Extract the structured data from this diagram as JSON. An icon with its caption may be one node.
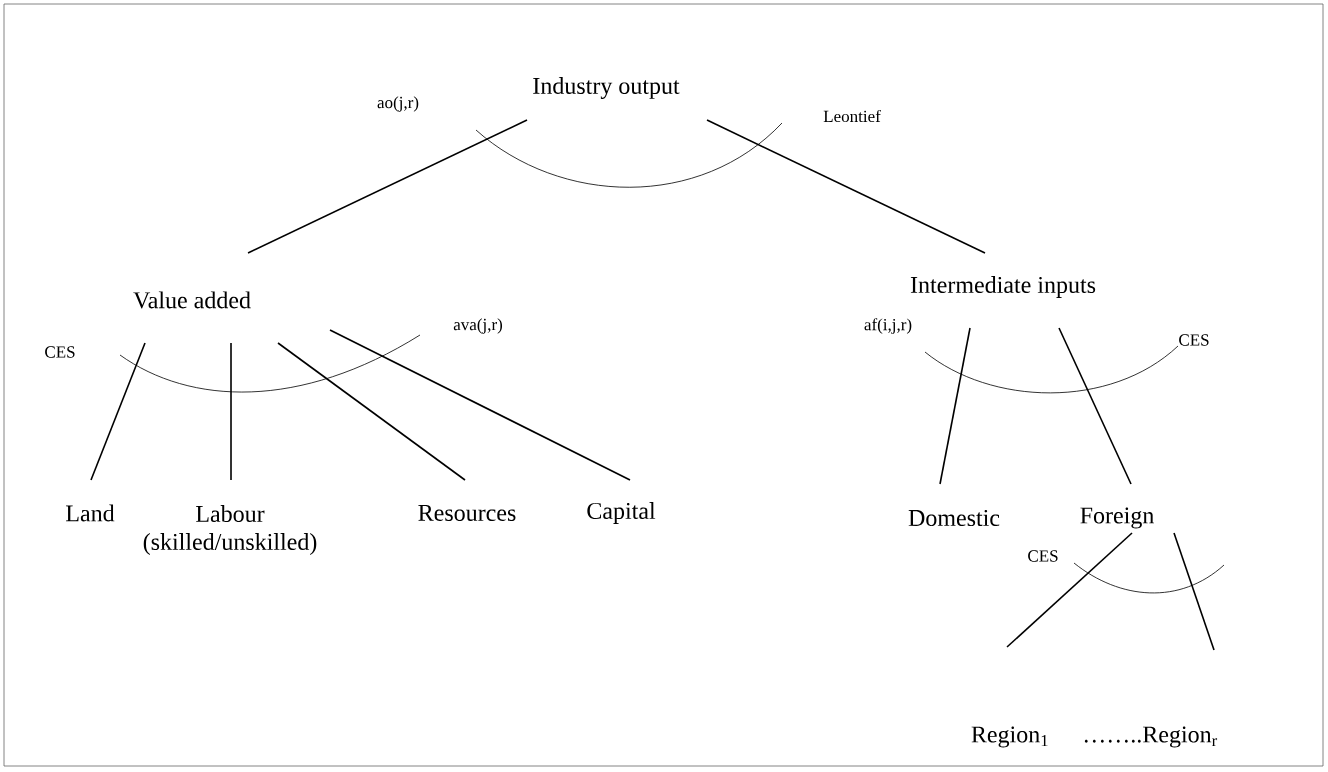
{
  "diagram": {
    "nodes": [
      {
        "text": [
          "Industry output"
        ]
      },
      {
        "text": [
          "Value added"
        ]
      },
      {
        "text": [
          "Intermediate inputs"
        ]
      },
      {
        "text": [
          "Land"
        ]
      },
      {
        "text": [
          "Labour (skilled/unskilled)"
        ]
      },
      {
        "text": [
          "Resources"
        ]
      },
      {
        "text": [
          "Capital"
        ]
      },
      {
        "text": [
          "Domestic"
        ]
      },
      {
        "text": [
          "Foreign"
        ]
      },
      {
        "text": [
          "Region$_{1}$"
        ]
      },
      {
        "text": [
          "……..Region$_{r}$"
        ]
      }
    ],
    "edges": [
      {
        "from": 0,
        "to": 1,
        "arrow": "none"
      },
      {
        "from": 0,
        "to": 2,
        "arrow": "none"
      },
      {
        "from": 1,
        "to": 3,
        "arrow": "none"
      },
      {
        "from": 1,
        "to": 4,
        "arrow": "none"
      },
      {
        "from": 1,
        "to": 5,
        "arrow": "none"
      },
      {
        "from": 1,
        "to": 6,
        "arrow": "none"
      },
      {
        "from": 2,
        "to": 7,
        "arrow": "none"
      },
      {
        "from": 2,
        "to": 8,
        "arrow": "none"
      },
      {
        "from": 8,
        "to": 9,
        "arrow": "none"
      },
      {
        "from": 8,
        "to": 10,
        "arrow": "none"
      }
    ],
    "labels": [
      "ao(j,r)",
      "Leontief",
      "ava(j,r)",
      "CES",
      "af(i,j,r)",
      "CES",
      "CES"
    ]
  }
}
